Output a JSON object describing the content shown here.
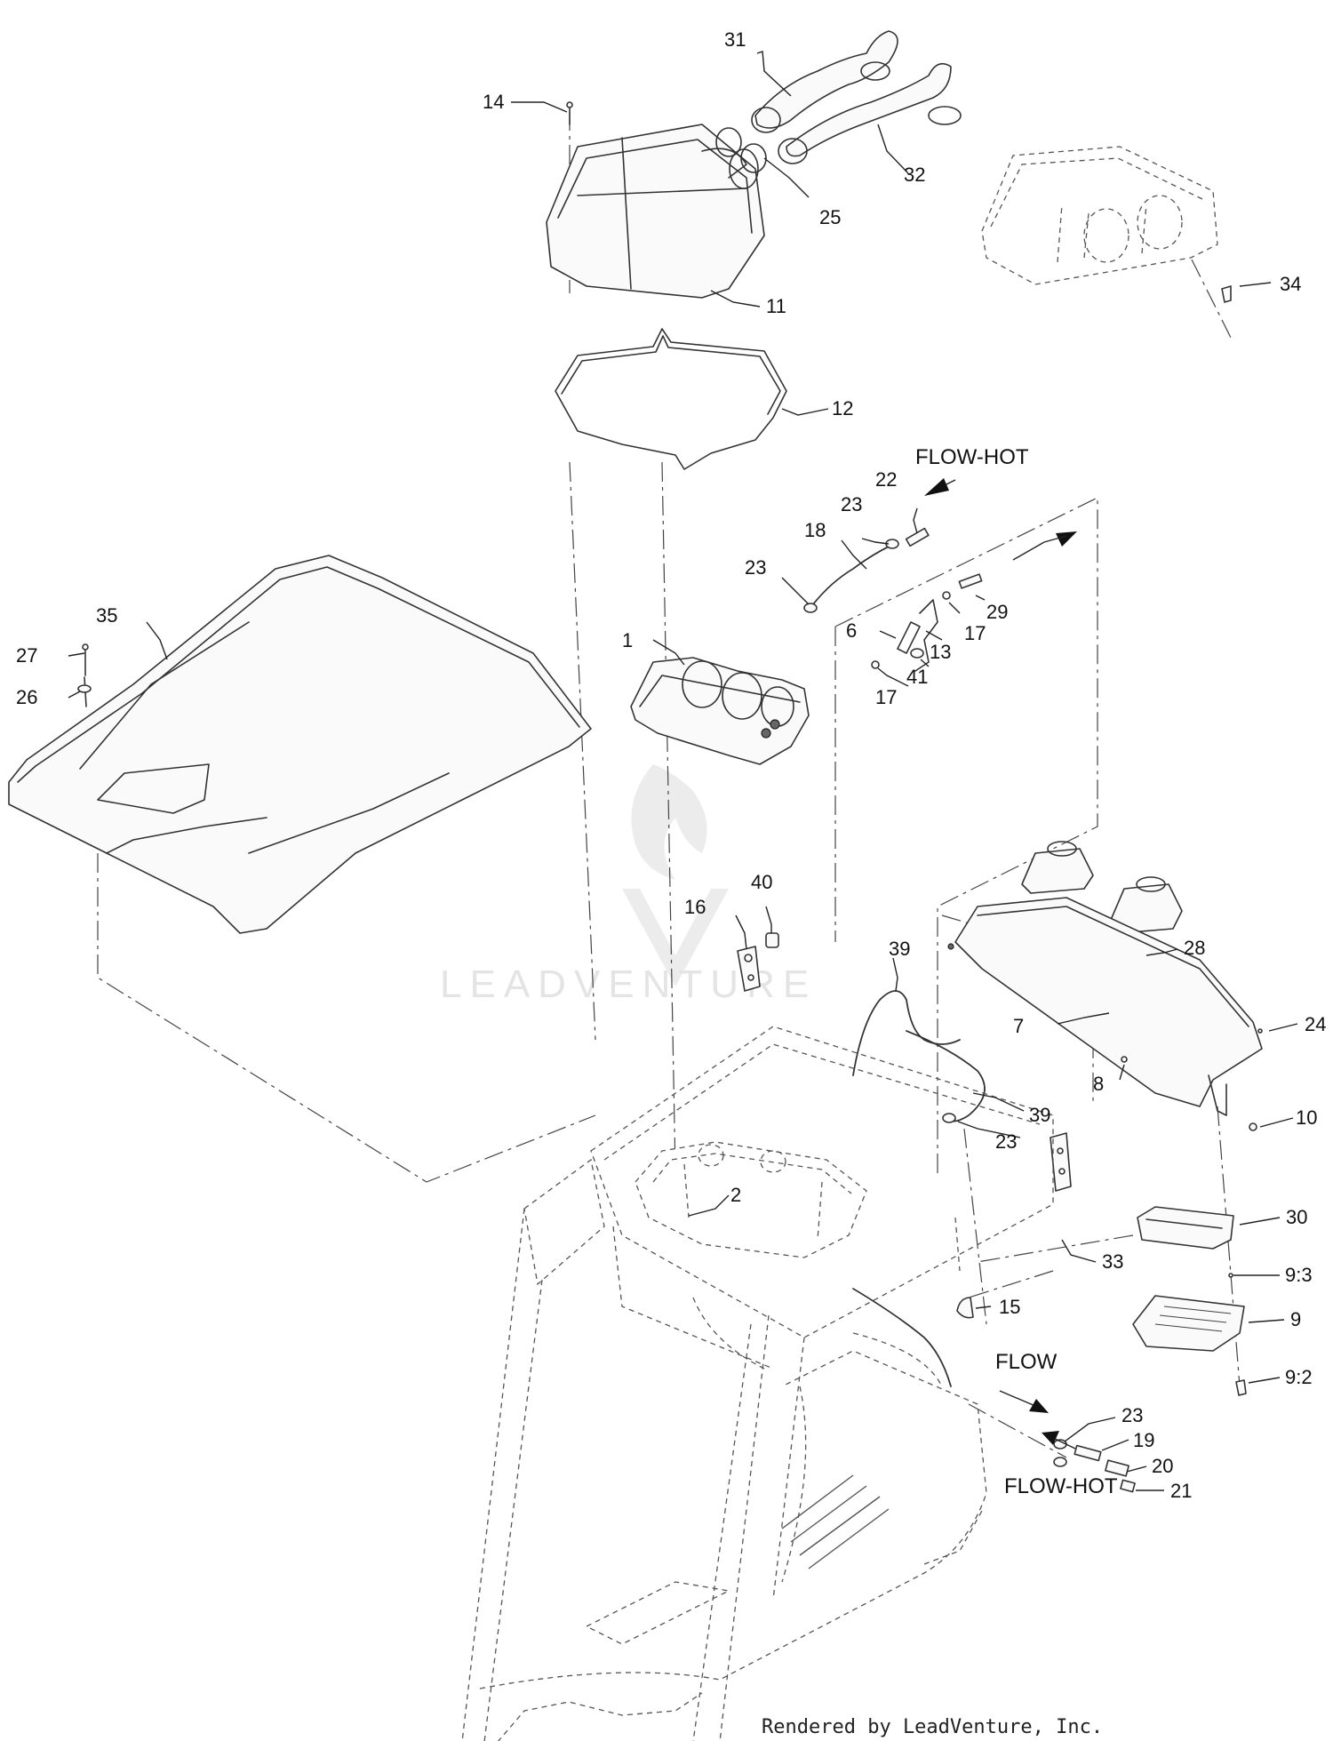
{
  "diagram": {
    "footer": "Rendered by LeadVenture, Inc.",
    "watermark": "LEADVENTURE",
    "flow_labels": {
      "flow_hot_top": "FLOW-HOT",
      "flow": "FLOW",
      "flow_hot_bottom": "FLOW-HOT"
    },
    "callouts": {
      "c1": "1",
      "c2": "2",
      "c6": "6",
      "c7": "7",
      "c8": "8",
      "c9": "9",
      "c9_2": "9:2",
      "c9_3": "9:3",
      "c10": "10",
      "c11": "11",
      "c12": "12",
      "c13": "13",
      "c14": "14",
      "c15": "15",
      "c16": "16",
      "c17a": "17",
      "c17b": "17",
      "c18": "18",
      "c19": "19",
      "c20": "20",
      "c21": "21",
      "c22": "22",
      "c23a": "23",
      "c23b": "23",
      "c23c": "23",
      "c23d": "23",
      "c24": "24",
      "c25": "25",
      "c26": "26",
      "c27": "27",
      "c28": "28",
      "c29": "29",
      "c30": "30",
      "c31": "31",
      "c32": "32",
      "c33": "33",
      "c34": "34",
      "c35": "35",
      "c39a": "39",
      "c39b": "39",
      "c40": "40",
      "c41": "41"
    }
  }
}
